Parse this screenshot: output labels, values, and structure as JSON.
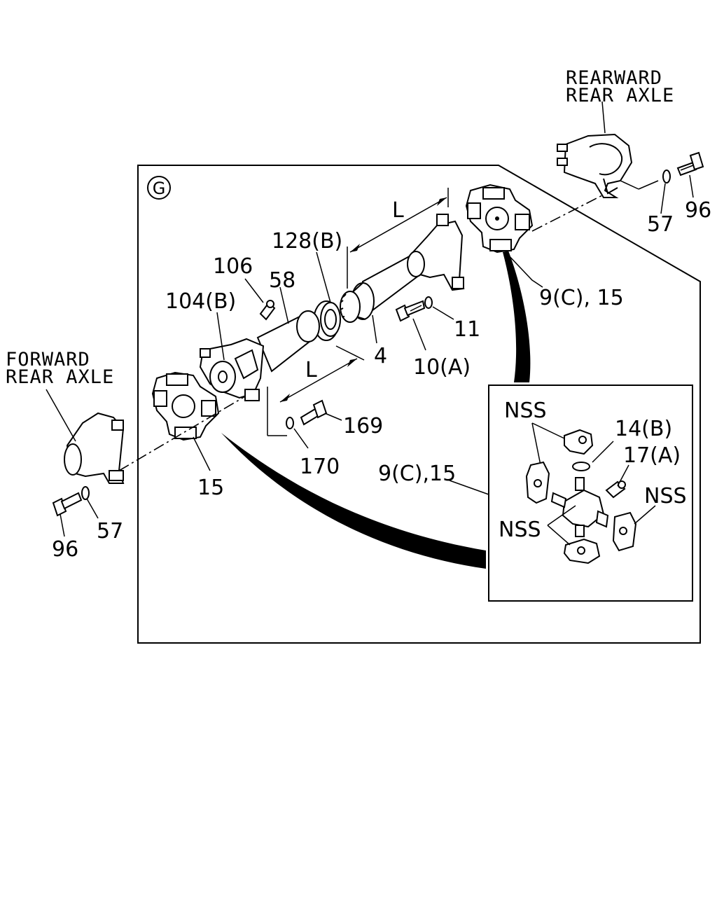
{
  "section_mark": "G",
  "axle_labels": {
    "rearward_line1": "REARWARD",
    "rearward_line2": "REAR AXLE",
    "forward_line1": "FORWARD",
    "forward_line2": "REAR AXLE"
  },
  "callouts": {
    "c57_right": "57",
    "c96_right": "96",
    "c9c15_right": "9(C), 15",
    "c11": "11",
    "c10a": "10(A)",
    "c4": "4",
    "c128b": "128(B)",
    "c58": "58",
    "c106": "106",
    "c104b": "104(B)",
    "c169": "169",
    "c170": "170",
    "c15": "15",
    "c57_left": "57",
    "c96_left": "96",
    "dim_l_top": "L",
    "dim_l_bottom": "L"
  },
  "inset": {
    "group_label": "9(C),15",
    "nss_top": "NSS",
    "c14b": "14(B)",
    "c17a": "17(A)",
    "nss_right": "NSS",
    "nss_bottom": "NSS"
  }
}
